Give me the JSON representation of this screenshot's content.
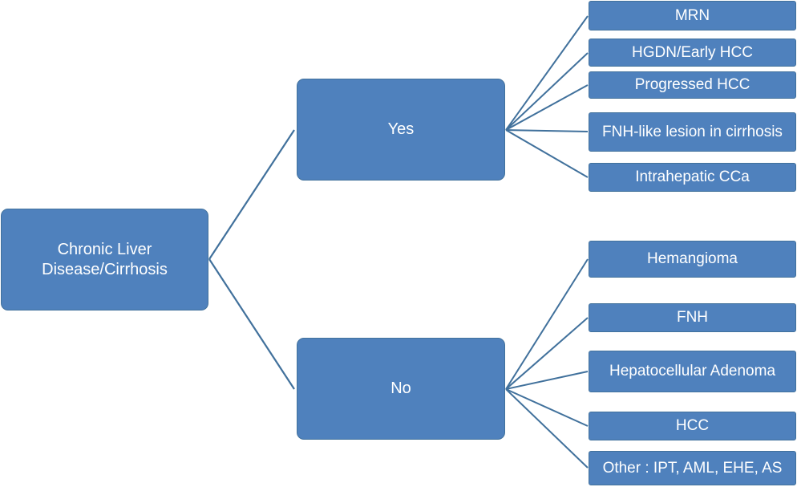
{
  "root": {
    "lines": [
      "Chronic Liver",
      "Disease/Cirrhosis"
    ]
  },
  "branches": [
    {
      "label": "Yes",
      "leaves": [
        "MRN",
        "HGDN/Early HCC",
        "Progressed HCC",
        "FNH-like lesion in cirrhosis",
        "Intrahepatic CCa"
      ]
    },
    {
      "label": "No",
      "leaves": [
        "Hemangioma",
        "FNH",
        "Hepatocellular Adenoma",
        "HCC",
        "Other : IPT, AML, EHE, AS"
      ]
    }
  ],
  "colors": {
    "node_fill": "#4f81bd",
    "node_border": "#41719c",
    "connector": "#41719c",
    "text": "#ffffff"
  }
}
